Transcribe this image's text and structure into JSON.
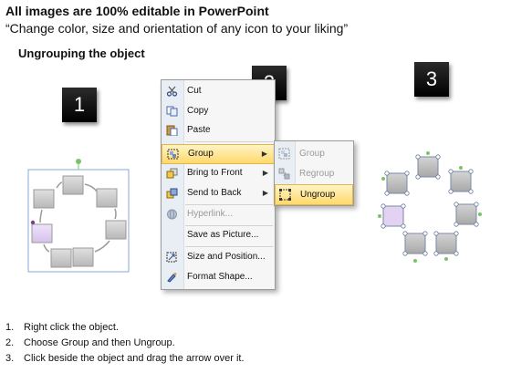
{
  "header": {
    "title": "All images are 100% editable in PowerPoint",
    "tagline": "“Change color, size and orientation of any icon to your liking”"
  },
  "subtitle": "Ungrouping the object",
  "steps": [
    {
      "number": "1"
    },
    {
      "number": "2"
    },
    {
      "number": "3"
    }
  ],
  "context_menu": {
    "items": [
      {
        "label": "Cut",
        "icon": "scissors-icon"
      },
      {
        "label": "Copy",
        "icon": "copy-icon"
      },
      {
        "label": "Paste",
        "icon": "paste-icon"
      },
      {
        "label": "Group",
        "icon": "group-icon",
        "submenu": true,
        "highlighted": true
      },
      {
        "label": "Bring to Front",
        "icon": "bring-to-front-icon",
        "submenu": true
      },
      {
        "label": "Send to Back",
        "icon": "send-to-back-icon",
        "submenu": true
      },
      {
        "label": "Hyperlink...",
        "icon": "globe-icon",
        "disabled": true
      },
      {
        "label": "Save as Picture...",
        "icon": "none"
      },
      {
        "label": "Size and Position...",
        "icon": "size-position-icon"
      },
      {
        "label": "Format Shape...",
        "icon": "format-shape-icon"
      }
    ]
  },
  "group_submenu": {
    "items": [
      {
        "label": "Group",
        "icon": "group-icon",
        "disabled": true
      },
      {
        "label": "Regroup",
        "icon": "regroup-icon",
        "disabled": true
      },
      {
        "label": "Ungroup",
        "icon": "ungroup-icon",
        "highlighted": true
      }
    ]
  },
  "instructions": [
    {
      "num": "1.",
      "text": "Right click the object."
    },
    {
      "num": "2.",
      "text": "Choose Group and then Ungroup."
    },
    {
      "num": "3.",
      "text": "Click beside the object and drag the arrow over it."
    }
  ],
  "colors": {
    "note_fill": "#c8c8c8",
    "note_highlight": "#e3d2f2",
    "selection_border": "#8aa8d8",
    "handle": "#7ac36a",
    "menu_highlight": "#ffd96b"
  }
}
